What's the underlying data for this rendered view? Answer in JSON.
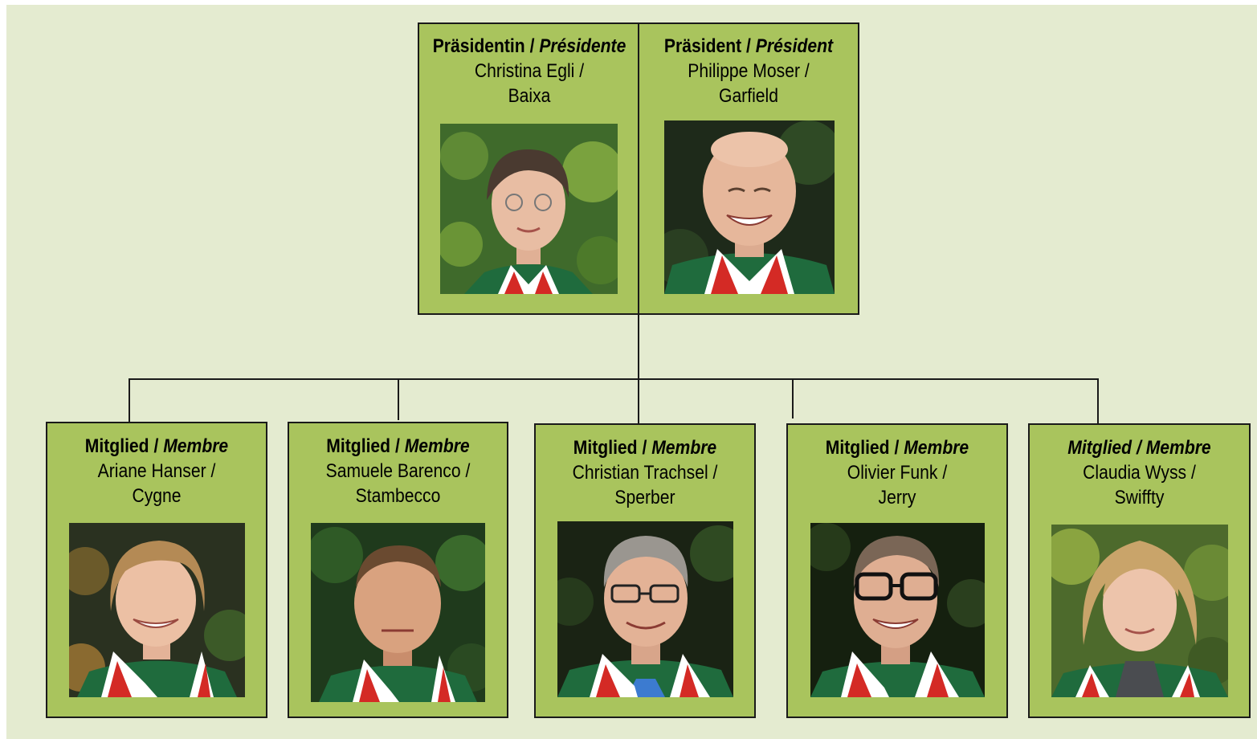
{
  "colors": {
    "background": "#e4ebd0",
    "box_fill": "#a9c45d",
    "border": "#1a1a1a"
  },
  "leadership": [
    {
      "role_de": "Präsidentin",
      "role_fr": "Présidente",
      "name_line1": "Christina Egli /",
      "name_line2": "Baixa",
      "photo_icon": "portrait-photo"
    },
    {
      "role_de": "Präsident",
      "role_fr": "Président",
      "name_line1": "Philippe Moser /",
      "name_line2": "Garfield",
      "photo_icon": "portrait-photo"
    }
  ],
  "members": [
    {
      "role_de": "Mitglied",
      "role_fr": "Membre",
      "name_line1": "Ariane Hanser /",
      "name_line2": "Cygne",
      "photo_icon": "portrait-photo"
    },
    {
      "role_de": "Mitglied",
      "role_fr": "Membre",
      "name_line1": "Samuele Barenco /",
      "name_line2": "Stambecco",
      "photo_icon": "portrait-photo"
    },
    {
      "role_de": "Mitglied",
      "role_fr": "Membre",
      "name_line1": "Christian Trachsel /",
      "name_line2": "Sperber",
      "photo_icon": "portrait-photo"
    },
    {
      "role_de": "Mitglied",
      "role_fr": "Membre",
      "name_line1": "Olivier Funk /",
      "name_line2": "Jerry",
      "photo_icon": "portrait-photo"
    },
    {
      "role_de": "Mitglied",
      "role_fr": "Membre",
      "name_line1": "Claudia Wyss /",
      "name_line2": "Swiffty",
      "photo_icon": "portrait-photo"
    }
  ]
}
